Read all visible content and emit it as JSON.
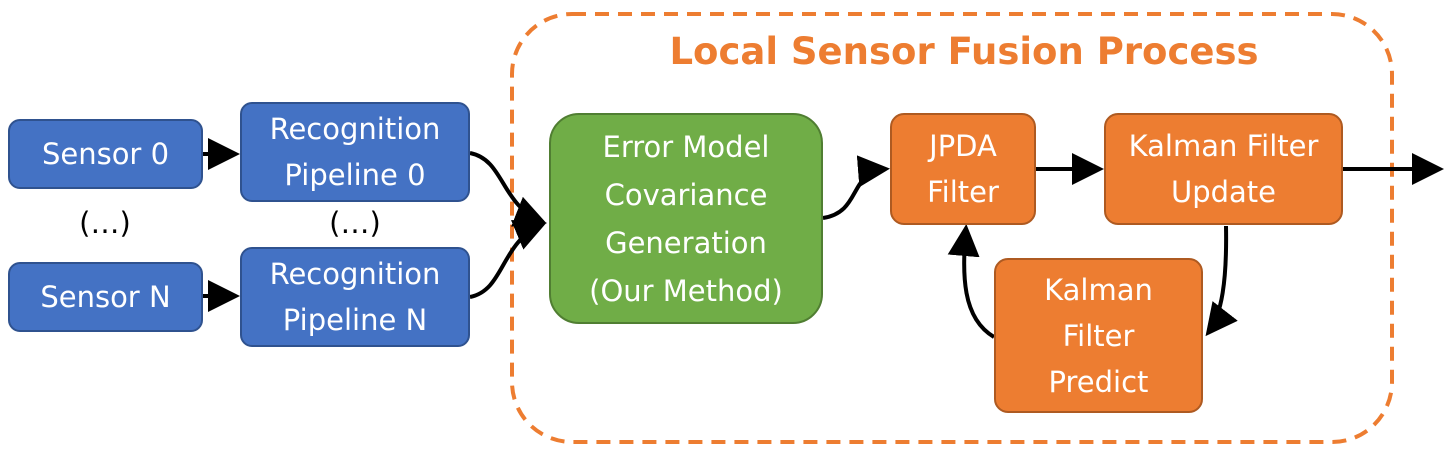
{
  "title": "Local Sensor Fusion Process",
  "nodes": {
    "sensor_0": "Sensor 0",
    "sensor_n": "Sensor N",
    "pipeline_0": [
      "Recognition",
      "Pipeline 0"
    ],
    "pipeline_n": [
      "Recognition",
      "Pipeline N"
    ],
    "ellipsis_sensors": "(…)",
    "ellipsis_pipelines": "(…)",
    "error_model": [
      "Error Model",
      "Covariance",
      "Generation",
      "(Our Method)"
    ],
    "jpda": [
      "JPDA",
      "Filter"
    ],
    "kalman_update": [
      "Kalman Filter",
      "Update"
    ],
    "kalman_predict": [
      "Kalman",
      "Filter",
      "Predict"
    ]
  },
  "colors": {
    "sensor_fill": "#4472c4",
    "method_fill": "#70ad47",
    "fusion_fill": "#ed7d31",
    "frame_border": "#ed7d31",
    "arrow": "#000000"
  }
}
